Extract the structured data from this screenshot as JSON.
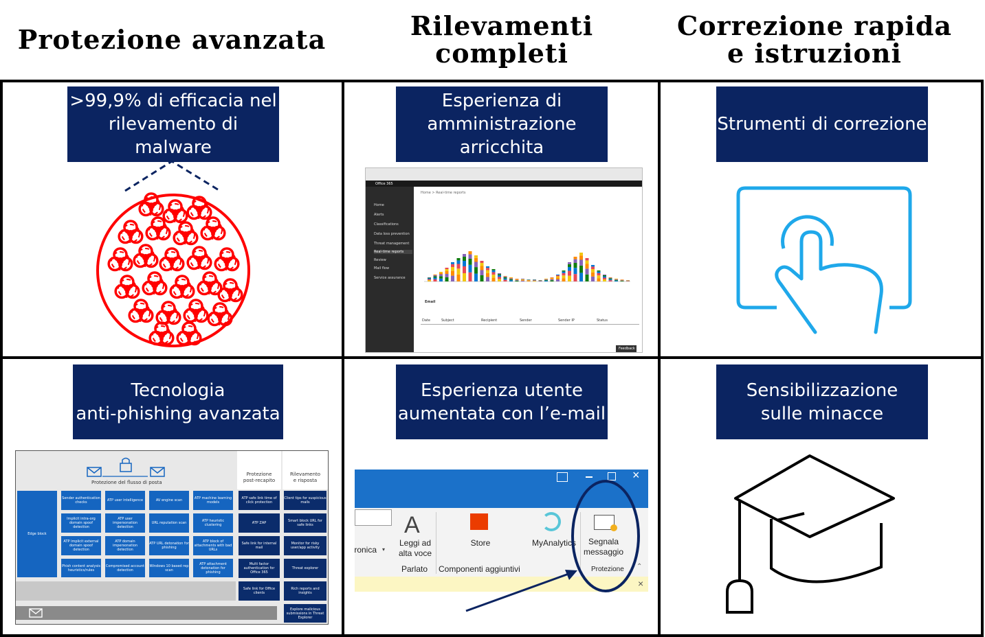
{
  "columns": [
    {
      "title": "Protezione avanzata"
    },
    {
      "title": "Rilevamenti completi"
    },
    {
      "title": "Correzione rapida\ne istruzioni"
    }
  ],
  "cells": {
    "malware": {
      "label": ">99,9% di efficacia nel\nrilevamento di malware"
    },
    "admin": {
      "label": "Esperienza di\namministrazione\narricchita"
    },
    "remediation": {
      "label": "Strumenti di correzione"
    },
    "antiphishing": {
      "label": "Tecnologia\nanti-phishing avanzata"
    },
    "email_ux": {
      "label": "Esperienza utente\naumentata con l’e-mail"
    },
    "awareness": {
      "label": "Sensibilizzazione\nsulle minacce"
    }
  },
  "admin_screenshot": {
    "app": "Office 365",
    "breadcrumb": "Home  >  Real-time reports",
    "nav": [
      "Home",
      "Alerts",
      "Classifications",
      "Data loss prevention",
      "Threat management",
      "Real-time reports",
      "Review",
      "Mail flow",
      "Service assurance"
    ],
    "section": "Email",
    "table_headers": [
      "Date",
      "Subject",
      "Recipient",
      "Sender",
      "Sender IP",
      "Status"
    ],
    "button": "Feedback"
  },
  "phishing_diagram": {
    "flow_label": "Protezione del flusso di posta",
    "post_delivery": "Protezione\npost-recapito",
    "detection": "Rilevamento\ne risposta",
    "edge_block": "Edge block",
    "grid": [
      [
        "Sender authentication checks",
        "ATP user intelligence",
        "AV engine scan",
        "ATP machine learning models"
      ],
      [
        "Implicit intra-org domain spoof detection",
        "ATP user impersonation detection",
        "URL reputation scan",
        "ATP heuristic clustering"
      ],
      [
        "ATP implicit external domain spoof detection",
        "ATP domain impersonation detection",
        "ATP URL detonation for phishing",
        "ATP block of attachments with bad URLs"
      ],
      [
        "Phish content analysis heuristics/rules",
        "Compromised account detection",
        "Windows 10 based rep scan",
        "ATP attachment detonation for phishing"
      ]
    ],
    "post_items": [
      "ATP safe link time of click protection",
      "ATP ZAP",
      "Safe link for internal mail",
      "Multi factor authentication for Office 365",
      "Safe link for Office clients"
    ],
    "detect_items": [
      "Client tips for suspicious mails",
      "Smart block URL for safe links",
      "Monitor for risky user/app activity",
      "Threat explorer",
      "Rich reports and insights",
      "Explore malicious submissions in Threat Explorer"
    ]
  },
  "ribbon": {
    "partial_label": "tronica",
    "read_aloud": "Leggi ad\nalta voce",
    "store": "Store",
    "myanalytics": "MyAnalytics",
    "report": "Segnala\nmessaggio",
    "group_speech": "Parlato",
    "group_addins": "Componenti aggiuntivi",
    "group_protection": "Protezione"
  },
  "colors": {
    "navy": "#0b2461",
    "biohazard": "#ff0000",
    "touch": "#1fa8ea",
    "ribbon_blue": "#1b71c9"
  }
}
